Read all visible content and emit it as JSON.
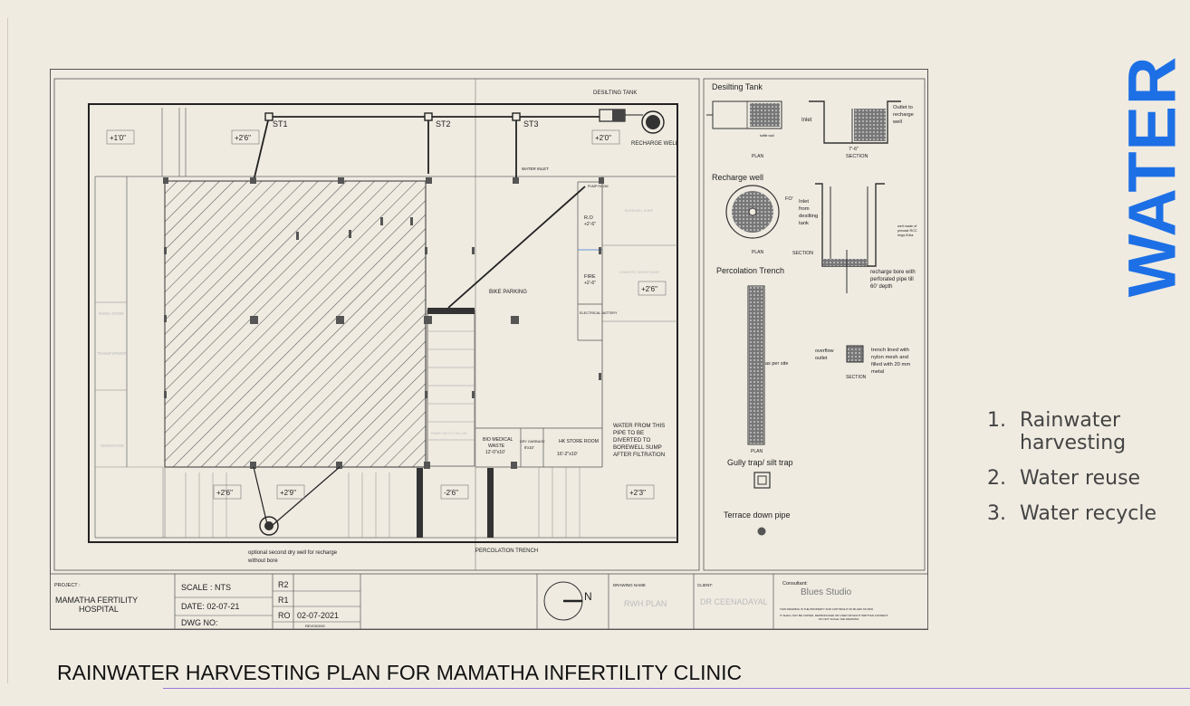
{
  "page": {
    "side_title": "WATER",
    "caption": "RAINWATER HARVESTING PLAN FOR MAMATHA INFERTILITY CLINIC"
  },
  "list": [
    {
      "num": "1.",
      "text": "Rainwater harvesting"
    },
    {
      "num": "2.",
      "text": "Water reuse"
    },
    {
      "num": "3.",
      "text": "Water recycle"
    }
  ],
  "plan": {
    "desilting_tank": "DESILTING TANK",
    "recharge_well": "RECHARGE WELL",
    "water_inlet": "WATER INLET",
    "st1": "ST1",
    "st2": "ST2",
    "st3": "ST3",
    "levels": [
      "+1'0\"",
      "+2'6\"",
      "+2'0\"",
      "+2'6\"",
      "+2'6\"",
      "+2'9\"",
      "-2'6\"",
      "+2'3\""
    ],
    "bike_parking": "BIKE PARKING",
    "ro": "R.O",
    "ro_level": "+2'-6\"",
    "fire": "FIRE",
    "fire_level": "+2'-6\"",
    "electrical": "ELECTRICAL BATTERY",
    "borewell_sump": "BOREWELL SUMP",
    "domestic_sump": "DOMESTIC WATER SUMP",
    "pump": "PUMP ROOM",
    "panel_room": "PANEL ROOM",
    "transformer": "TRANSFORMER",
    "generator": "GENERATOR",
    "ramp": "RAMP ON TO CELLAR",
    "bio_medical": "BIO MEDICAL",
    "bio_waste": "WASTE",
    "bio_size": "12'-0\"x10'",
    "dry_garbage": "DRY GARBAGE",
    "dry_size": "6'x10'",
    "store": "HK STORE ROOM",
    "store_size": "16'-2\"x10'",
    "water_note": [
      "WATER FROM THIS",
      "PIPE TO BE",
      "DIVERTED TO",
      "BOREWELL SUMP",
      "AFTER FILTRATION"
    ],
    "optional_well": [
      "optional second dry well for recharge",
      "without bore"
    ],
    "percolation_trench": "PERCOLATION TRENCH"
  },
  "details": {
    "desilting_tank": "Desilting Tank",
    "inlet": "Inlet",
    "outlet_note": [
      "Outlet to",
      "recharge",
      "well"
    ],
    "baffle_wall": "baffle wall",
    "dimension": "7'-6\"",
    "plan": "PLAN",
    "section": "SECTION",
    "recharge_well": "Recharge well",
    "diameter": "FO'",
    "inlet_note": [
      "Inlet",
      "from",
      "desilting",
      "tank"
    ],
    "well_note": [
      "well made of",
      "precast RCC",
      "rings 8'dia."
    ],
    "recharge_bore": [
      "recharge bore with",
      "perforated pipe till",
      "60' depth"
    ],
    "percolation_trench": "Percolation Trench",
    "as_per_site": "as per site",
    "overflow_outlet": [
      "overflow",
      "outlet"
    ],
    "trench_note": [
      "trench lined with",
      "nylon mesh and",
      "filled with 20 mm",
      "metal"
    ],
    "gully_trap": "Gully trap/ silt trap",
    "terrace_pipe": "Terrace down pipe"
  },
  "title_block": {
    "project_label": "PROJECT :",
    "project": [
      "MAMATHA FERTILITY",
      "HOSPITAL"
    ],
    "scale": "SCALE : NTS",
    "date": "DATE:   02-07-21",
    "dwg_no": "DWG NO:",
    "revisions": [
      {
        "code": "R2",
        "date": ""
      },
      {
        "code": "R1",
        "date": ""
      },
      {
        "code": "RO",
        "date": "02-07-2021"
      }
    ],
    "revisions_label": "REVISIONS",
    "north": "N",
    "drawing_name_label": "DRAWING NAME",
    "drawing_name": "RWH PLAN",
    "client_label": "CLIENT:",
    "client": "DR CEENADAYAL",
    "consultant_label": "Consultant:",
    "consultant": "Blues Studio",
    "notes": [
      "THIS DRAWING IS THE PROPERTY AND COPYRIGHT OF BLUES STUDIO",
      "IT SHALL NOT BE COPIED, REPRODUCED OR USED WITHOUT WRITTEN CONSENT",
      "DO NOT SCALE THE DRAWING"
    ]
  }
}
